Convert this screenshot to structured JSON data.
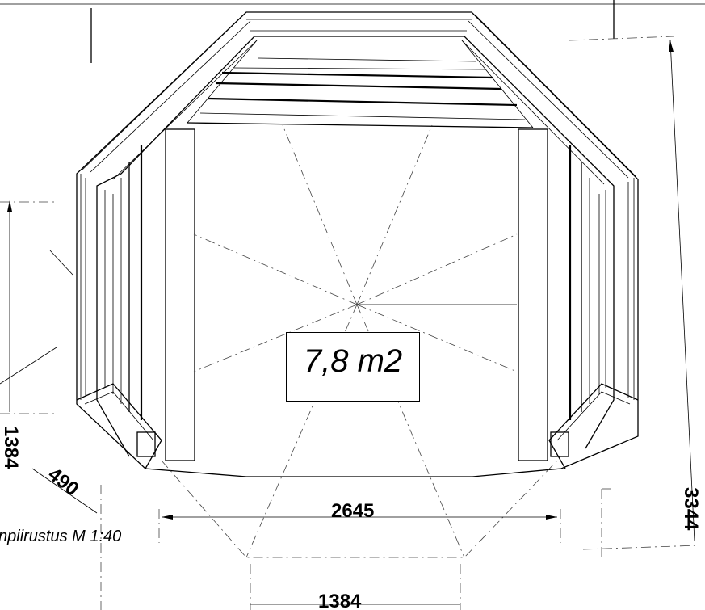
{
  "drawing": {
    "area_label": "7,8 m2",
    "caption": "npiirustus  M 1:40",
    "dimensions": {
      "top_width": "2645",
      "bottom_width": "1384",
      "left_height": "1384",
      "diagonal": "490",
      "right_height": "3344"
    }
  }
}
